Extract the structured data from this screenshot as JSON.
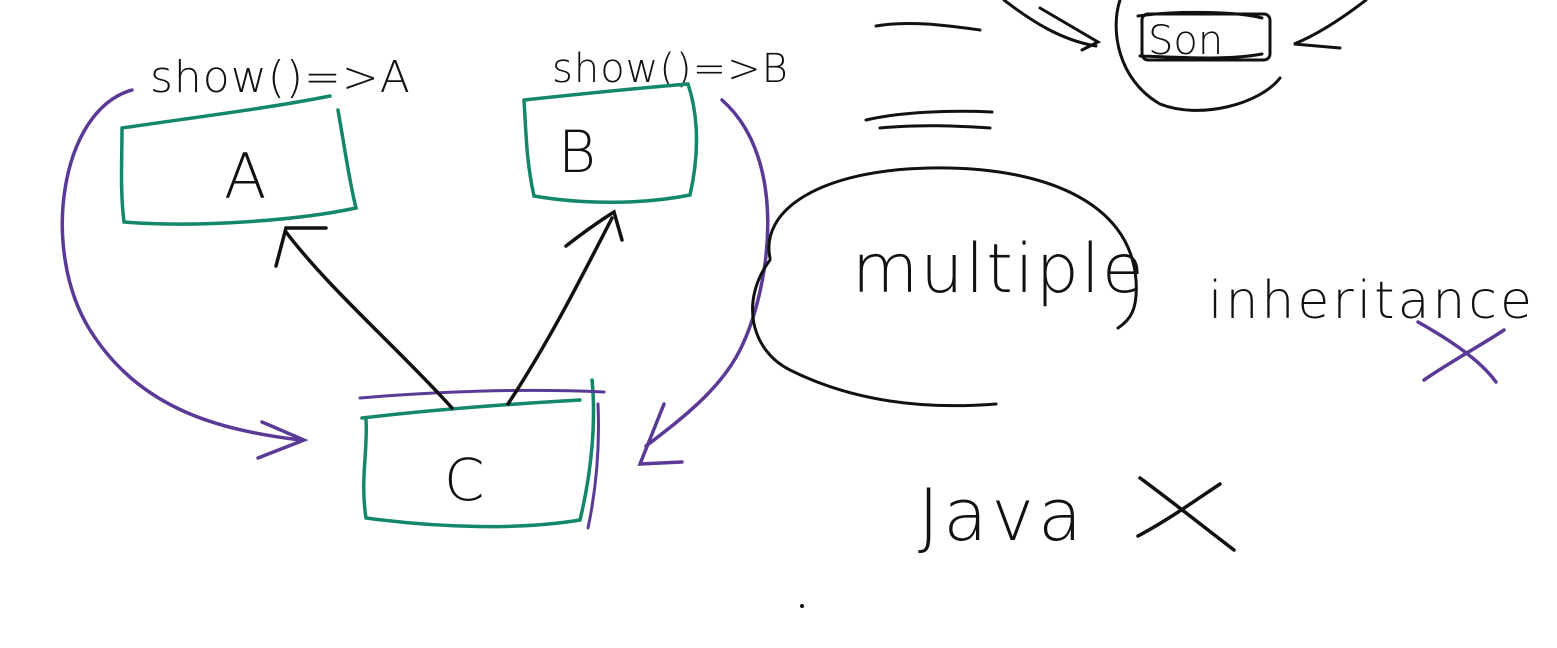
{
  "colors": {
    "ink": "#111111",
    "box": "#12876a",
    "arrow": "#5a3a96",
    "background": "#ffffff"
  },
  "boxes": {
    "a": {
      "label": "A"
    },
    "b": {
      "label": "B"
    },
    "c": {
      "label": "C"
    },
    "son": {
      "label": "Son"
    }
  },
  "annotations": {
    "show_a": "show()=>A",
    "show_b": "show()=>B"
  },
  "notes": {
    "multiple": "multiple",
    "inheritance": "inheritance",
    "java": "Java"
  },
  "marks": {
    "cross_java": "cross-mark",
    "cross_inheritance": "cross-mark"
  }
}
